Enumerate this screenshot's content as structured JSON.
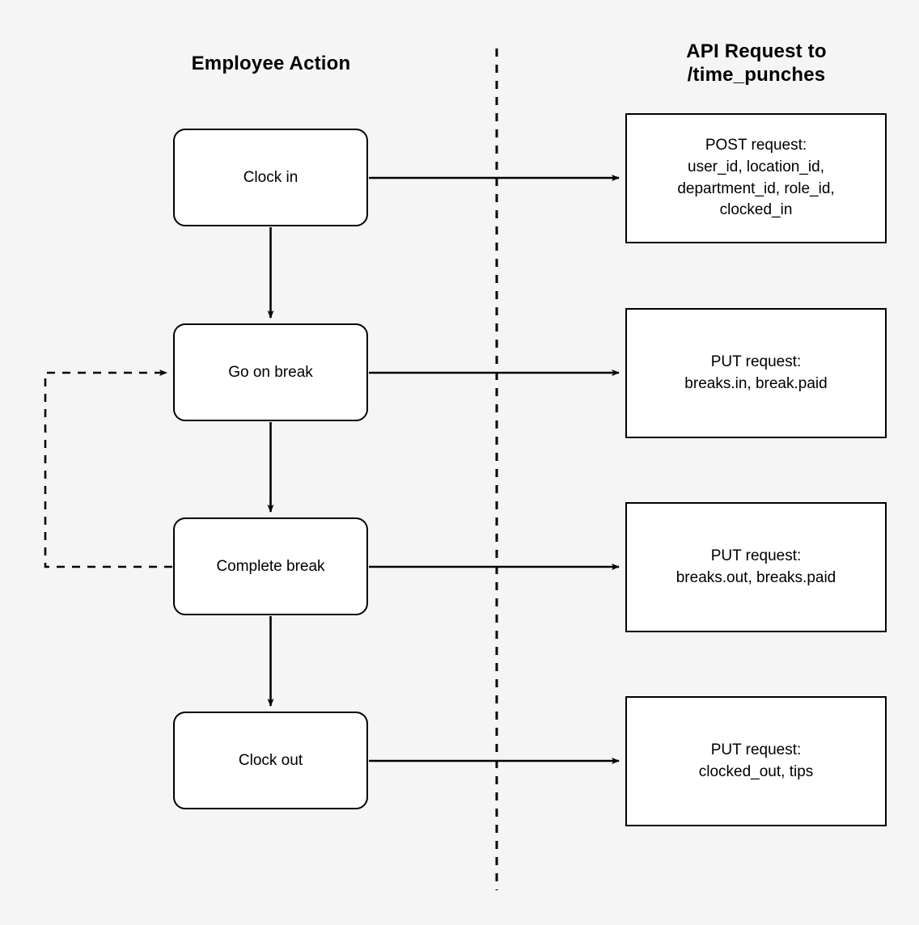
{
  "headers": {
    "employee_action": "Employee Action",
    "api_request_line1": "API Request to",
    "api_request_line2": "/time_punches"
  },
  "colors": {
    "background": "#f5f5f5",
    "box_fill": "#ffffff",
    "stroke": "#000000",
    "text": "#000000"
  },
  "employee_actions": [
    {
      "id": "clock-in",
      "label": "Clock in"
    },
    {
      "id": "go-on-break",
      "label": "Go on break"
    },
    {
      "id": "complete-break",
      "label": "Complete break"
    },
    {
      "id": "clock-out",
      "label": "Clock out"
    }
  ],
  "api_requests": [
    {
      "id": "post-clock-in",
      "method": "POST request:",
      "lines": [
        "user_id, location_id,",
        "department_id, role_id,",
        "clocked_in"
      ]
    },
    {
      "id": "put-break-in",
      "method": "PUT request:",
      "lines": [
        "breaks.in, break.paid"
      ]
    },
    {
      "id": "put-break-out",
      "method": "PUT request:",
      "lines": [
        "breaks.out, breaks.paid"
      ]
    },
    {
      "id": "put-clock-out",
      "method": "PUT request:",
      "lines": [
        "clocked_out, tips"
      ]
    }
  ],
  "api_box_text": {
    "post_clock_in_l0": "POST request:",
    "post_clock_in_l1": "user_id, location_id,",
    "post_clock_in_l2": "department_id, role_id,",
    "post_clock_in_l3": "clocked_in",
    "put_break_in_l0": "PUT request:",
    "put_break_in_l1": "breaks.in, break.paid",
    "put_break_out_l0": "PUT request:",
    "put_break_out_l1": "breaks.out, breaks.paid",
    "put_clock_out_l0": "PUT request:",
    "put_clock_out_l1": "clocked_out, tips"
  },
  "connectors": {
    "vertical_flow": [
      {
        "from": "clock-in",
        "to": "go-on-break",
        "style": "solid"
      },
      {
        "from": "go-on-break",
        "to": "complete-break",
        "style": "solid"
      },
      {
        "from": "complete-break",
        "to": "clock-out",
        "style": "solid"
      }
    ],
    "horizontal_flow": [
      {
        "from": "clock-in",
        "to": "post-clock-in",
        "style": "solid"
      },
      {
        "from": "go-on-break",
        "to": "put-break-in",
        "style": "solid"
      },
      {
        "from": "complete-break",
        "to": "put-break-out",
        "style": "solid"
      },
      {
        "from": "clock-out",
        "to": "put-clock-out",
        "style": "solid"
      }
    ],
    "feedback_loop": {
      "from": "complete-break",
      "to": "go-on-break",
      "style": "dashed"
    },
    "column_divider": {
      "style": "dashed",
      "orientation": "vertical"
    }
  }
}
